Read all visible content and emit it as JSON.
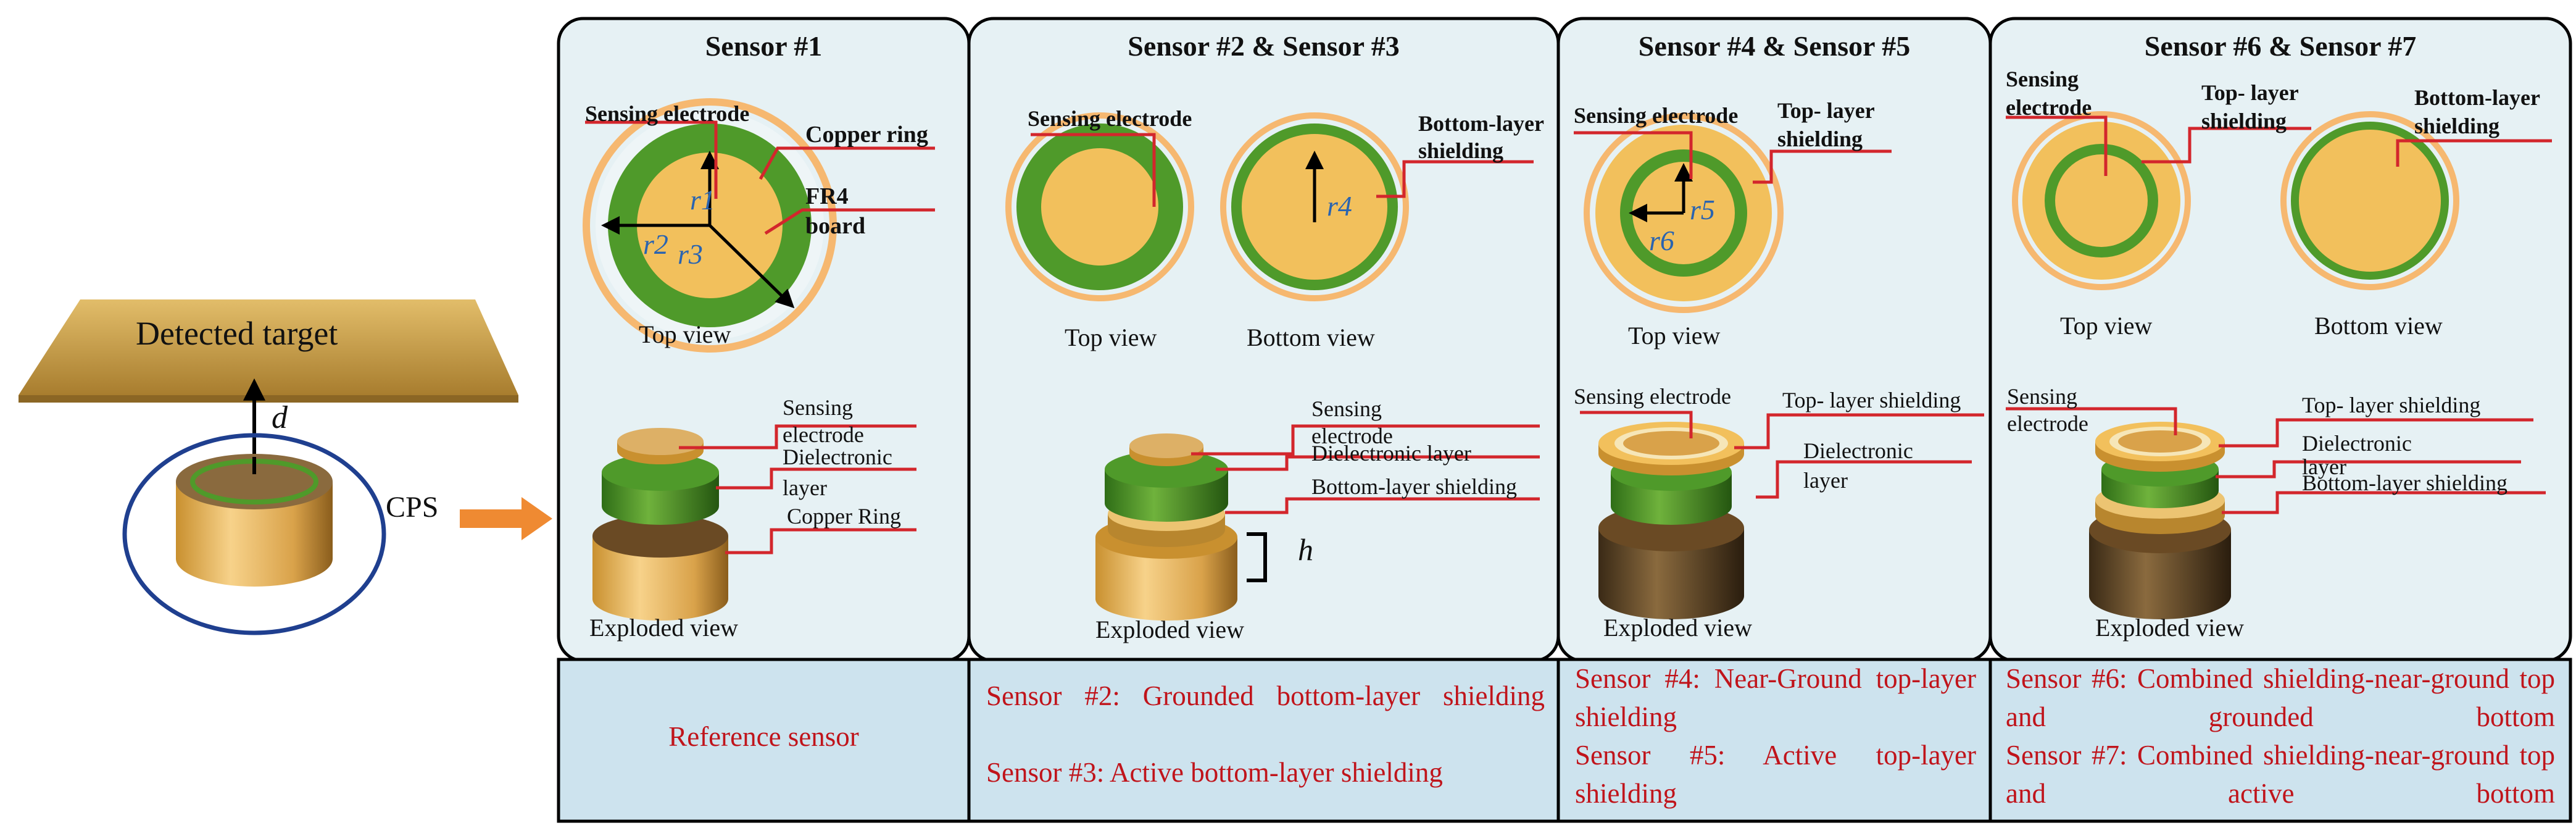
{
  "left": {
    "target_label": "Detected target",
    "distance_label": "d",
    "cps_label": "CPS"
  },
  "panels": [
    {
      "title": "Sensor #1",
      "labels": {
        "sensing_electrode": "Sensing electrode",
        "copper_ring": "Copper ring",
        "fr4_line1": "FR4",
        "fr4_line2": "board",
        "r1": "r1",
        "r2": "r2",
        "r3": "r3",
        "top_view": "Top view",
        "exp_sensing_1": "Sensing",
        "exp_sensing_2": "electrode",
        "exp_dielectric_1": "Dielectronic",
        "exp_dielectric_2": "layer",
        "exp_copper": "Copper Ring",
        "exploded_view": "Exploded view"
      },
      "description": "Reference sensor"
    },
    {
      "title": "Sensor #2 & Sensor #3",
      "labels": {
        "sensing_electrode": "Sensing electrode",
        "bottom_shield_1": "Bottom-layer",
        "bottom_shield_2": "shielding",
        "r4": "r4",
        "top_view": "Top view",
        "bottom_view": "Bottom view",
        "exp_sensing_1": "Sensing",
        "exp_sensing_2": "electrode",
        "exp_dielectric": "Dielectronic layer",
        "exp_bottom_shield": "Bottom-layer shielding",
        "h": "h",
        "exploded_view": "Exploded view"
      },
      "description_lines": [
        "Sensor #2: Grounded bottom-layer shielding",
        "Sensor #3: Active bottom-layer shielding"
      ]
    },
    {
      "title": "Sensor #4 & Sensor #5",
      "labels": {
        "sensing_electrode": "Sensing electrode",
        "top_shield_1": "Top- layer",
        "top_shield_2": "shielding",
        "r5": "r5",
        "r6": "r6",
        "top_view": "Top view",
        "exp_sensing": "Sensing electrode",
        "exp_top_shield": "Top- layer shielding",
        "exp_dielectric_1": "Dielectronic",
        "exp_dielectric_2": "layer",
        "exploded_view": "Exploded view"
      },
      "description_lines": [
        "Sensor #4: Near-Ground top-layer shielding",
        "Sensor #5: Active top-layer shielding"
      ]
    },
    {
      "title": "Sensor #6 & Sensor #7",
      "labels": {
        "sensing_1": "Sensing",
        "sensing_2": "electrode",
        "top_shield_1": "Top- layer",
        "top_shield_2": "shielding",
        "bottom_shield_1": "Bottom-layer",
        "bottom_shield_2": "shielding",
        "top_view": "Top view",
        "bottom_view": "Bottom view",
        "exp_sensing_1": "Sensing",
        "exp_sensing_2": "electrode",
        "exp_top_shield": "Top- layer shielding",
        "exp_dielectric_1": "Dielectronic",
        "exp_dielectric_2": "layer",
        "exp_bottom_shield": "Bottom-layer shielding",
        "exploded_view": "Exploded view"
      },
      "description_lines": [
        "Sensor #6: Combined shielding-near-ground top and grounded bottom",
        "Sensor #7: Combined shielding-near-ground top and active bottom"
      ]
    }
  ],
  "colors": {
    "panel_bg": "#e6f1f4",
    "desc_bg": "#cde3ee",
    "gold": "#f2c05c",
    "green": "#4f9a2a",
    "ring": "#f6b870",
    "leader": "#d3262c",
    "arrow": "#ef8a32",
    "text_red": "#c0141b"
  }
}
